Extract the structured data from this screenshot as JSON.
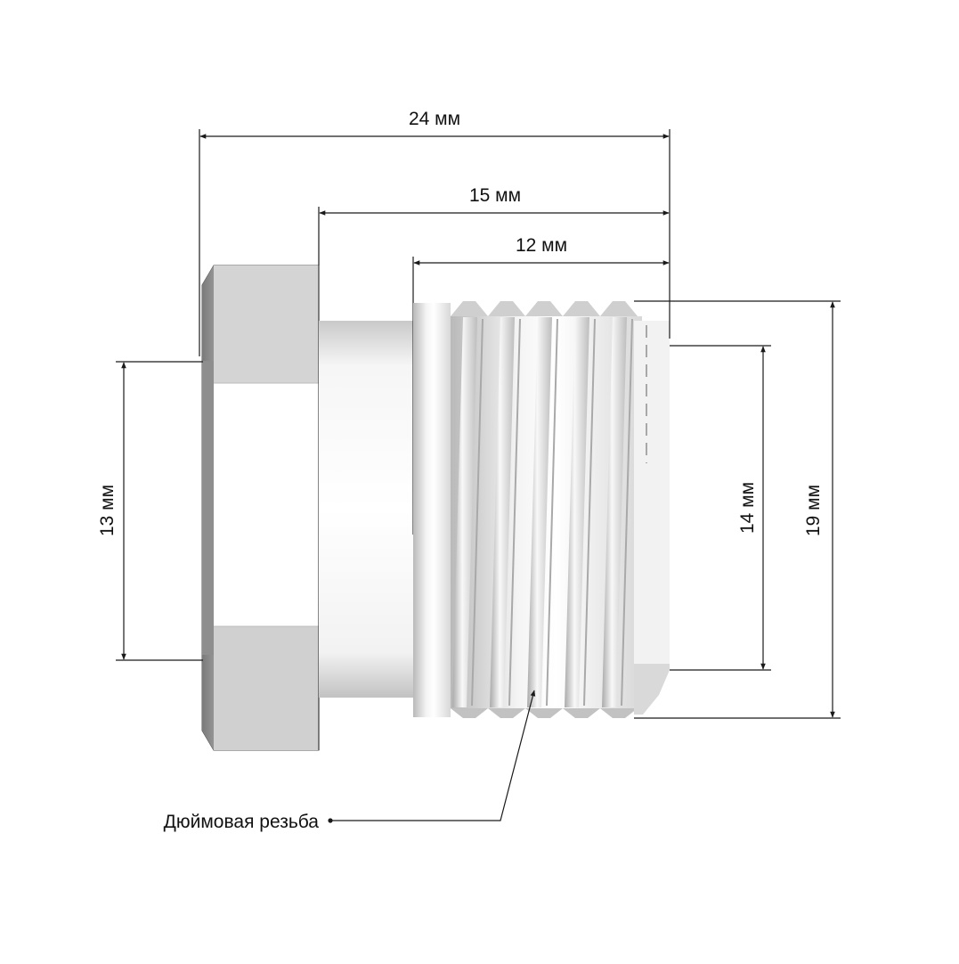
{
  "dimensions": {
    "overall_length": "24 мм",
    "body_length": "15 мм",
    "thread_length": "12 мм",
    "hex_inner": "13 мм",
    "bore_diameter": "14 мм",
    "thread_diameter": "19 мм"
  },
  "callout": {
    "thread_label": "Дюймовая резьба"
  },
  "colors": {
    "background": "#ffffff",
    "line": "#1a1a1a",
    "metal_light": "#f2f2f2",
    "metal_mid": "#c8c8c8",
    "metal_dark": "#9a9a9a"
  }
}
